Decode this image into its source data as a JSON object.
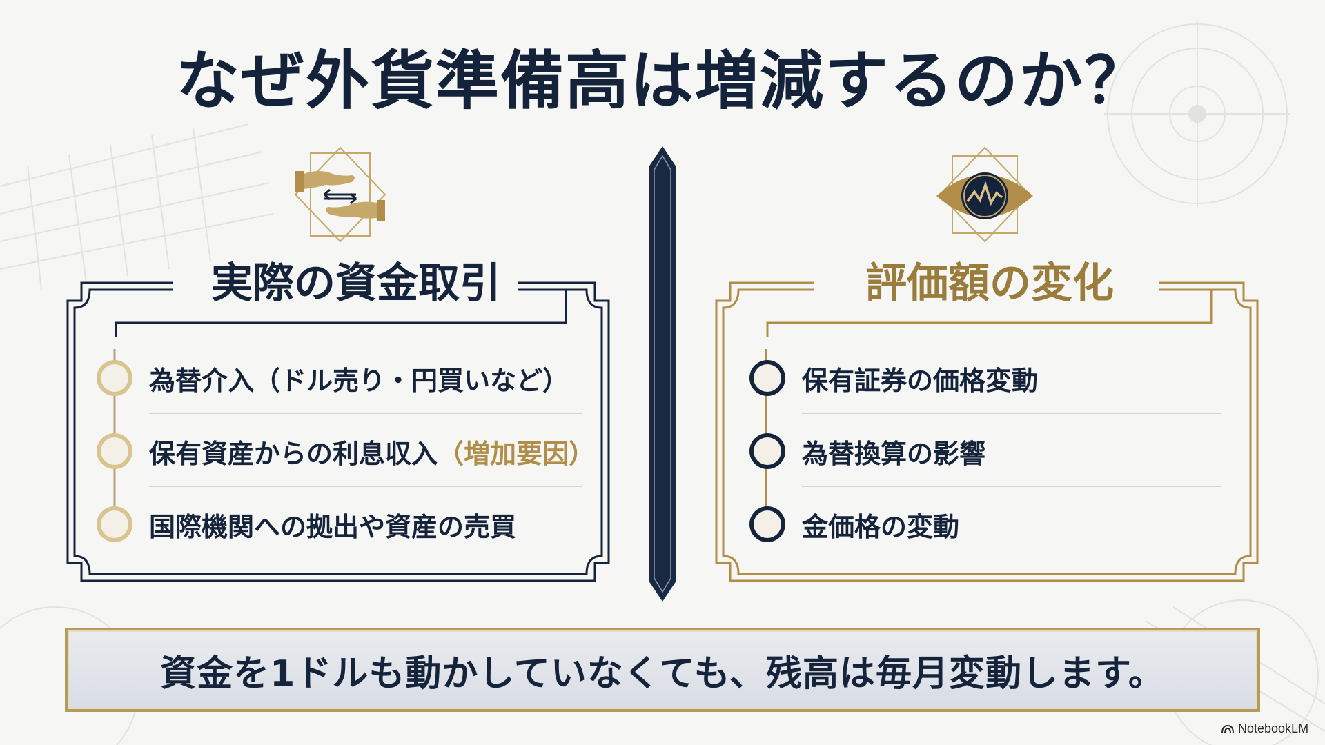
{
  "title": "なぜ外貨準備高は増減するのか？",
  "left_panel": {
    "heading": "実際の資金取引",
    "icon": "hands-exchange-icon",
    "items": [
      {
        "text": "為替介入（ドル売り・円買いなど）",
        "note": ""
      },
      {
        "text": "保有資産からの利息収入",
        "note": "（増加要因）"
      },
      {
        "text": "国際機関への拠出や資産の売買",
        "note": ""
      }
    ]
  },
  "right_panel": {
    "heading": "評価額の変化",
    "icon": "eye-chart-icon",
    "items": [
      {
        "text": "保有証券の価格変動"
      },
      {
        "text": "為替換算の影響"
      },
      {
        "text": "金価格の変動"
      }
    ]
  },
  "footer": {
    "message": "資金を1ドルも動かしていなくても、残高は毎月変動します。"
  },
  "brand": {
    "label": "NotebookLM",
    "icon": "notebooklm-logo-icon"
  },
  "colors": {
    "navy": "#15233b",
    "gold": "#b08e4a",
    "background": "#f6f6f5"
  }
}
